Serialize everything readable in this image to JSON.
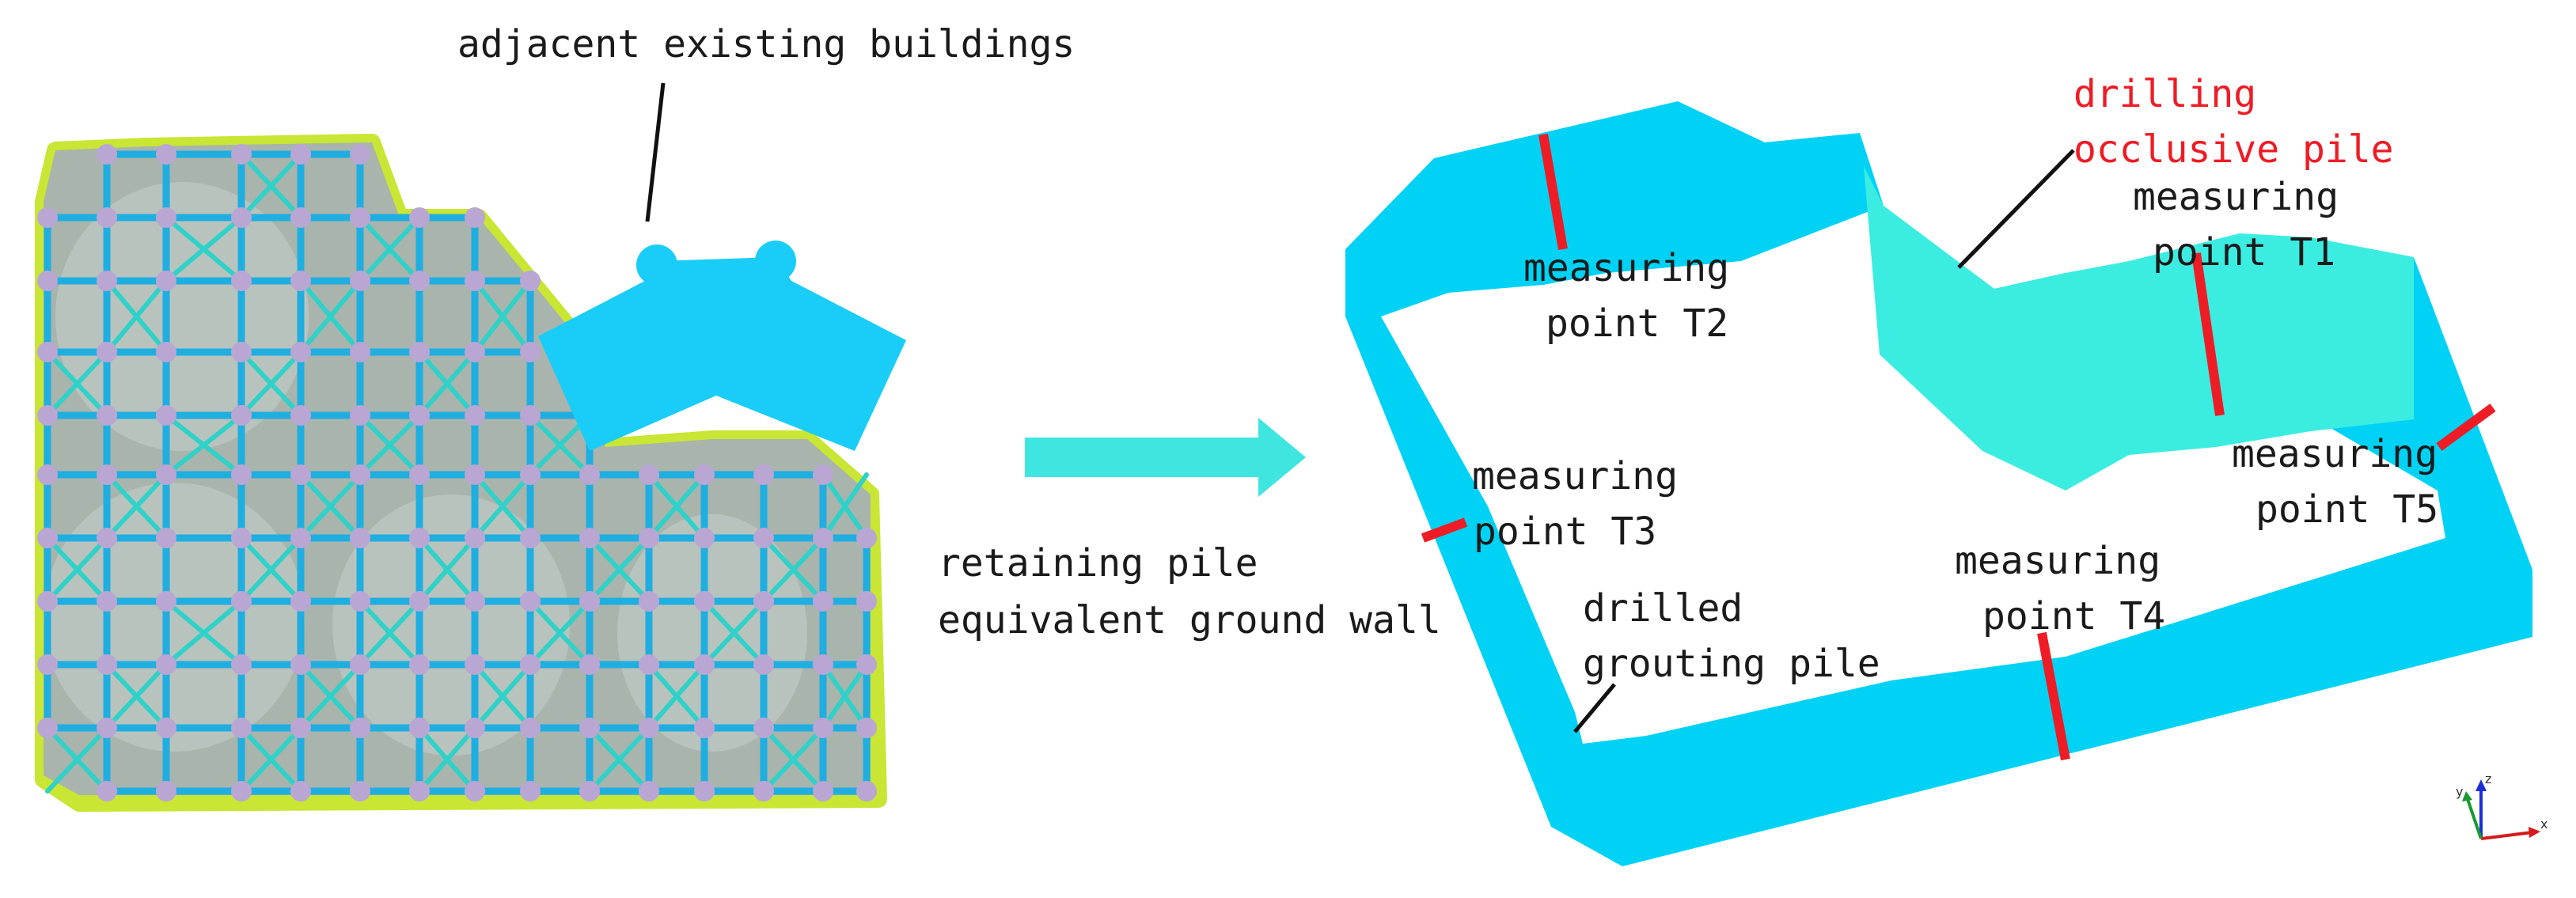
{
  "labels": {
    "adjacent_buildings": "adjacent existing buildings",
    "retaining_pile_line1": "retaining pile",
    "retaining_pile_line2": "equivalent ground wall",
    "drilling_occlusive_line1": "drilling",
    "drilling_occlusive_line2": "occlusive pile",
    "drilled_grouting_line1": "drilled",
    "drilled_grouting_line2": "grouting pile",
    "t1_line1": "measuring",
    "t1_line2": "point T1",
    "t2_line1": "measuring",
    "t2_line2": "point T2",
    "t3_line1": "measuring",
    "t3_line2": "point T3",
    "t4_line1": "measuring",
    "t4_line2": "point T4",
    "t5_line1": "measuring",
    "t5_line2": "point T5"
  },
  "axes_triad": {
    "x": "x",
    "y": "y",
    "z": "z"
  },
  "colors": {
    "wall_cyan": "#00d2f5",
    "occlusive_turquoise": "#3bede0",
    "measure_red": "#ee1c25",
    "building_blue": "#19cdf8",
    "arrow_turquoise": "#3fe6e0",
    "frame_blue": "#1faee0",
    "node_purple": "#b9a6d3",
    "boundary_yellow": "#c8e633",
    "slab_gray": "#a9b4ad"
  }
}
